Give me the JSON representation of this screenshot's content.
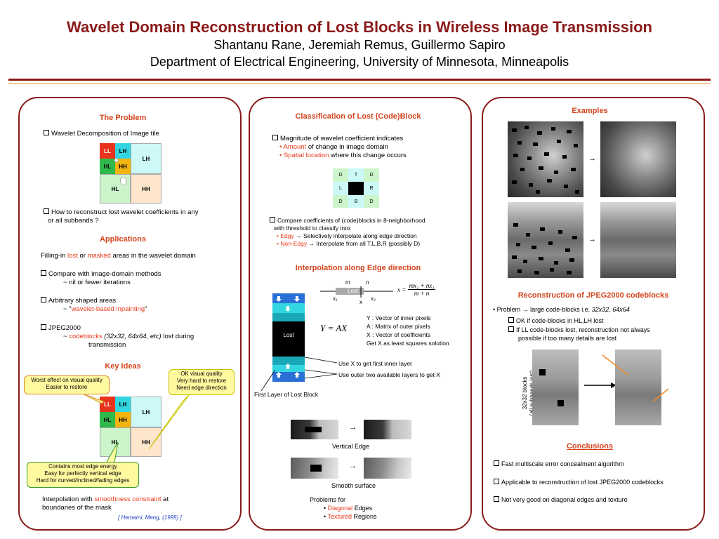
{
  "header": {
    "title": "Wavelet Domain Reconstruction of Lost Blocks in Wireless Image Transmission",
    "authors": "Shantanu Rane, Jeremiah Remus, Guillermo Sapiro",
    "department": "Department of Electrical Engineering, University of Minnesota, Minneapolis"
  },
  "col1": {
    "problem_heading": "The Problem",
    "problem_bullet1": "Wavelet Decomposition of Image tile",
    "subbands": {
      "ll": "LL",
      "lh": "LH",
      "hl": "HL",
      "hh": "HH"
    },
    "problem_bullet2": "How to reconstruct lost wavelet coefficients in any",
    "problem_bullet2b": "or all subbands ?",
    "applications_heading": "Applications",
    "app_fill_a": "Filling-in ",
    "app_fill_lost": "lost",
    "app_fill_b": " or ",
    "app_fill_masked": "masked",
    "app_fill_c": " areas in the wavelet domain",
    "app_compare": "Compare with image-domain methods",
    "app_compare_sub": "~ nil or fewer iterations",
    "app_arbitrary": "Arbitrary shaped areas",
    "app_arbitrary_sub_a": "~ \"",
    "app_arbitrary_sub_red": "wavelet-based inpainting",
    "app_arbitrary_sub_b": "\"",
    "app_jpeg": "JPEG2000",
    "app_jpeg_sub_a": "~ ",
    "app_jpeg_sub_red": "codeblocks",
    "app_jpeg_sub_italic": " (32x32, 64x64, etc)",
    "app_jpeg_sub_b": " lost during",
    "app_jpeg_sub_c": "transmission",
    "keyideas_heading": "Key Ideas",
    "callout_left_1": "Worst effect on visual quality",
    "callout_left_2": "Easier to restore",
    "callout_right_1": "OK visual quality",
    "callout_right_2": "Very hard to restore",
    "callout_right_3": "Need edge direction",
    "callout_bottom_1": "Contains most edge energy",
    "callout_bottom_2": "Easy for perfectly vertical edge",
    "callout_bottom_3": "Hard for curved/inclined/fading edges",
    "interp_a": "Interpolation with ",
    "interp_red": "smoothness constraint",
    "interp_b": " at",
    "interp_c": "boundaries of the mask",
    "citation": "[ Hemami, Meng, (1995) ]"
  },
  "col2": {
    "class_heading": "Classification of Lost (Code)Block",
    "mag_text": "Magnitude of wavelet coefficient indicates",
    "amount_red": "• Amount",
    "amount_rest": " of change in image domain",
    "spatial_red": "• Spatial location",
    "spatial_rest": " where this change occurs",
    "grid": {
      "tl": "D",
      "tc": "T",
      "tr": "D",
      "ml": "L",
      "mr": "R",
      "bl": "D",
      "bc": "B",
      "br": "D"
    },
    "compare_1": "Compare coefficients of (code)blocks in 8-neighborhood",
    "compare_2": "with threshold to classify into:",
    "edgy_red": "• Edgy",
    "edgy_rest": " → Selectively interpolate along edge direction",
    "nonedgy_red": "• Non-Edgy",
    "nonedgy_rest": " → Interpolate from all T,L,B,R (possibly D)",
    "interp_heading": "Interpolation along Edge direction",
    "m_label": "m",
    "n_label": "n",
    "lost_bar": "Lost",
    "x1": "x₁",
    "x": "x",
    "x2": "x₂",
    "formula": "x = (mx₂ + nx₁) / (m + n)",
    "formula_lhs": "x =",
    "formula_num": "mx₂ + nx₁",
    "formula_den": "m + n",
    "lost_block": "Lost",
    "yax": "Y = AX",
    "y_def": "Y : Vector of inner pixels",
    "a_def": "A : Matrix of outer pixels",
    "x_def": "X : Vector of coefficients",
    "lsq": "Get X as least squares solution",
    "use_inner": "Use X to get first inner layer",
    "use_outer": "Use outer two available layers to get X",
    "first_layer": "First Layer of Lost Block",
    "vertical_edge": "Vertical Edge",
    "smooth_surface": "Smooth surface",
    "problems_for": "Problems for",
    "diag_red": "Diagonal",
    "diag_rest": " Edges",
    "tex_red": "Textured",
    "tex_rest": " Regions"
  },
  "col3": {
    "examples_heading": "Examples",
    "arrow": "→",
    "recon_heading": "Reconstruction of JPEG2000 codeblocks",
    "problem_a": "• Problem → large code-blocks i.e. ",
    "problem_italic": "32x32, 64x64",
    "ok_text": "OK if code-blocks in HL,LH lost",
    "if_text": "If LL code-blocks lost, reconstruction not always",
    "if_text2": "possible if too many details are lost",
    "rot_label_1": "32x32 blocks",
    "rot_label_2": "(all subbands lost)",
    "conclusions_heading": "Conclusions",
    "concl_1": "Fast multiscale error concealment algorithm",
    "concl_2": "Applicable to reconstruction of lost JPEG2000 codeblocks",
    "concl_3": "Not very good on diagonal edges and texture"
  },
  "colors": {
    "title": "#8b1a1a",
    "heading": "#d2451e",
    "ll": "#e8341c",
    "lh_small": "#33d6e0",
    "hl_small": "#2fb94a",
    "hh_small": "#f2b40f",
    "lh_big": "#ccf8f8",
    "hl_big": "#ccf5cc",
    "hh_big": "#fde6cc",
    "callout_fill": "#fffaa0"
  }
}
